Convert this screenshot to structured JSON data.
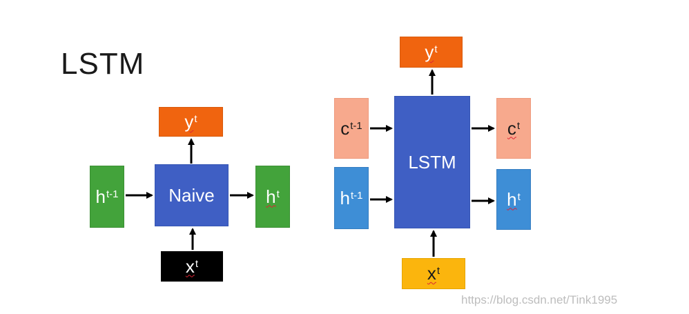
{
  "title": "LSTM",
  "naive": {
    "h_prev": {
      "base": "h",
      "sup": "t-1"
    },
    "cell": "Naive",
    "h_next": {
      "base": "h",
      "sup": "t"
    },
    "y": {
      "base": "y",
      "sup": "t"
    },
    "x": {
      "base": "x",
      "sup": "t"
    }
  },
  "lstm": {
    "c_prev": {
      "base": "c",
      "sup": "t-1"
    },
    "h_prev": {
      "base": "h",
      "sup": "t-1"
    },
    "cell": "LSTM",
    "c_next": {
      "base": "c",
      "sup": "t"
    },
    "h_next": {
      "base": "h",
      "sup": "t"
    },
    "y": {
      "base": "y",
      "sup": "t"
    },
    "x": {
      "base": "x",
      "sup": "t"
    }
  },
  "watermark": "https://blog.csdn.net/Tink1995",
  "colors": {
    "green": "#43a33b",
    "orange": "#f0640f",
    "blue": "#3f5fc4",
    "black": "#000000",
    "salmon": "#f7a98d",
    "light_blue": "#3e8ed6",
    "yellow": "#fbb50d"
  }
}
